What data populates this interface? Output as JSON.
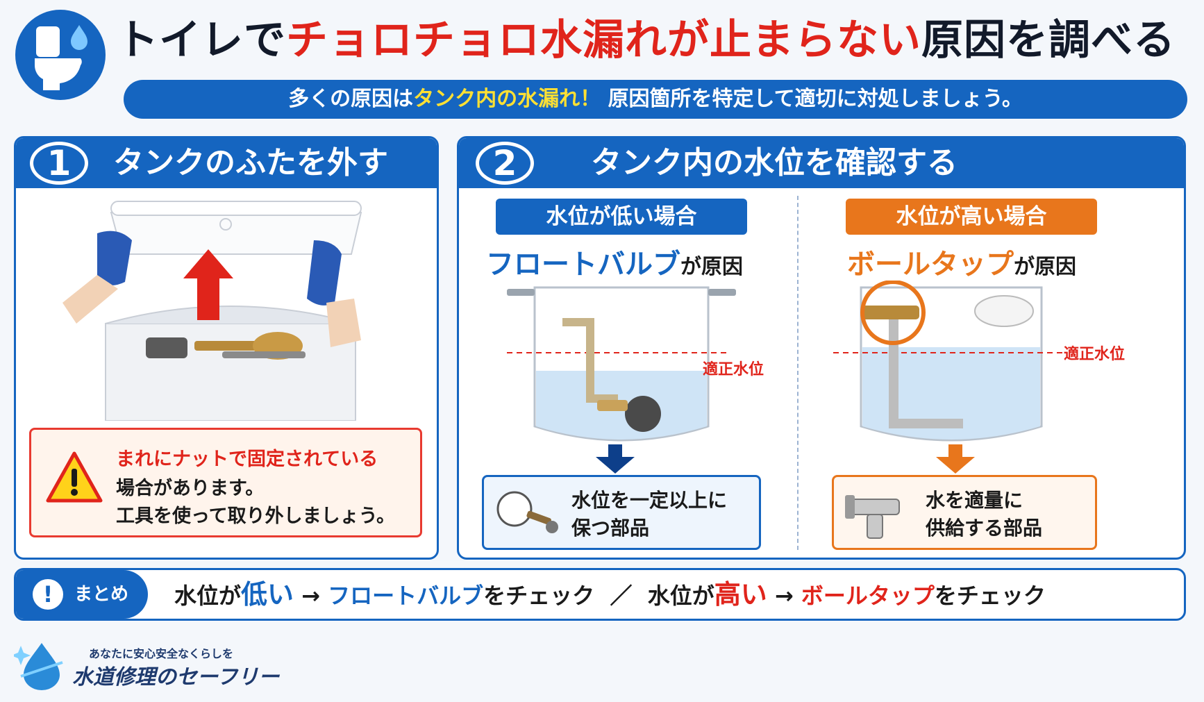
{
  "header": {
    "title_pre": "トイレで",
    "title_red": "チョロチョロ水漏れが止まらない",
    "title_post": "原因を調べる",
    "icon": "toilet-water-drop-icon",
    "sub_pre": "多くの原因は",
    "sub_yellow": "タンク内の水漏れ！",
    "sub_post": "原因箇所を特定して適切に対処しましょう。"
  },
  "step1": {
    "num": "1",
    "title": "タンクのふたを外す",
    "warning_line1": "まれにナットで固定されている",
    "warning_line2": "場合があります。",
    "warning_line3": "工具を使って取り外しましょう。"
  },
  "step2": {
    "num": "2",
    "title": "タンク内の水位を確認する",
    "low": {
      "pill": "水位が低い場合",
      "cause_part": "フロートバルブ",
      "cause_suffix": "が原因",
      "level_label": "適正水位",
      "desc_line1": "水位を一定以上に",
      "desc_line2": "保つ部品"
    },
    "high": {
      "pill": "水位が高い場合",
      "cause_part": "ボールタップ",
      "cause_suffix": "が原因",
      "level_label": "適正水位",
      "desc_line1": "水を適量に",
      "desc_line2": "供給する部品"
    }
  },
  "summary": {
    "icon": "!",
    "label": "まとめ",
    "t1": "水位が",
    "low": "低い",
    "arrow1": "→",
    "float": "フロートバルブ",
    "check1": "をチェック",
    "slash": "／",
    "t2": "水位が",
    "high": "高い",
    "arrow2": "→",
    "ball": "ボールタップ",
    "check2": "をチェック"
  },
  "logo": {
    "tagline": "あなたに安心安全なくらしを",
    "name": "水道修理のセーフリー"
  },
  "colors": {
    "primary_blue": "#1565c0",
    "accent_red": "#e0241b",
    "accent_orange": "#e8761c",
    "highlight_yellow": "#ffe033"
  }
}
